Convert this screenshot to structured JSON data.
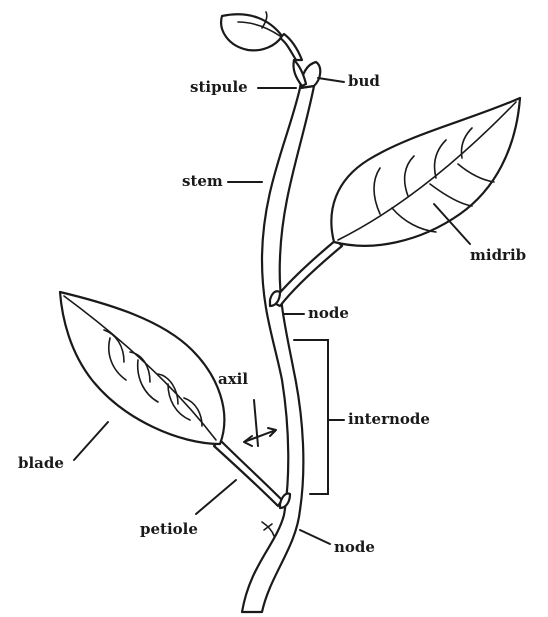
{
  "labels": {
    "stipule": "stipule",
    "bud": "bud",
    "stem": "stem",
    "midrib": "midrib",
    "node_upper": "node",
    "axil": "axil",
    "internode": "internode",
    "blade": "blade",
    "petiole": "petiole",
    "node_lower": "node"
  },
  "colors": {
    "ink": "#1a1a1a",
    "background": "#ffffff"
  }
}
